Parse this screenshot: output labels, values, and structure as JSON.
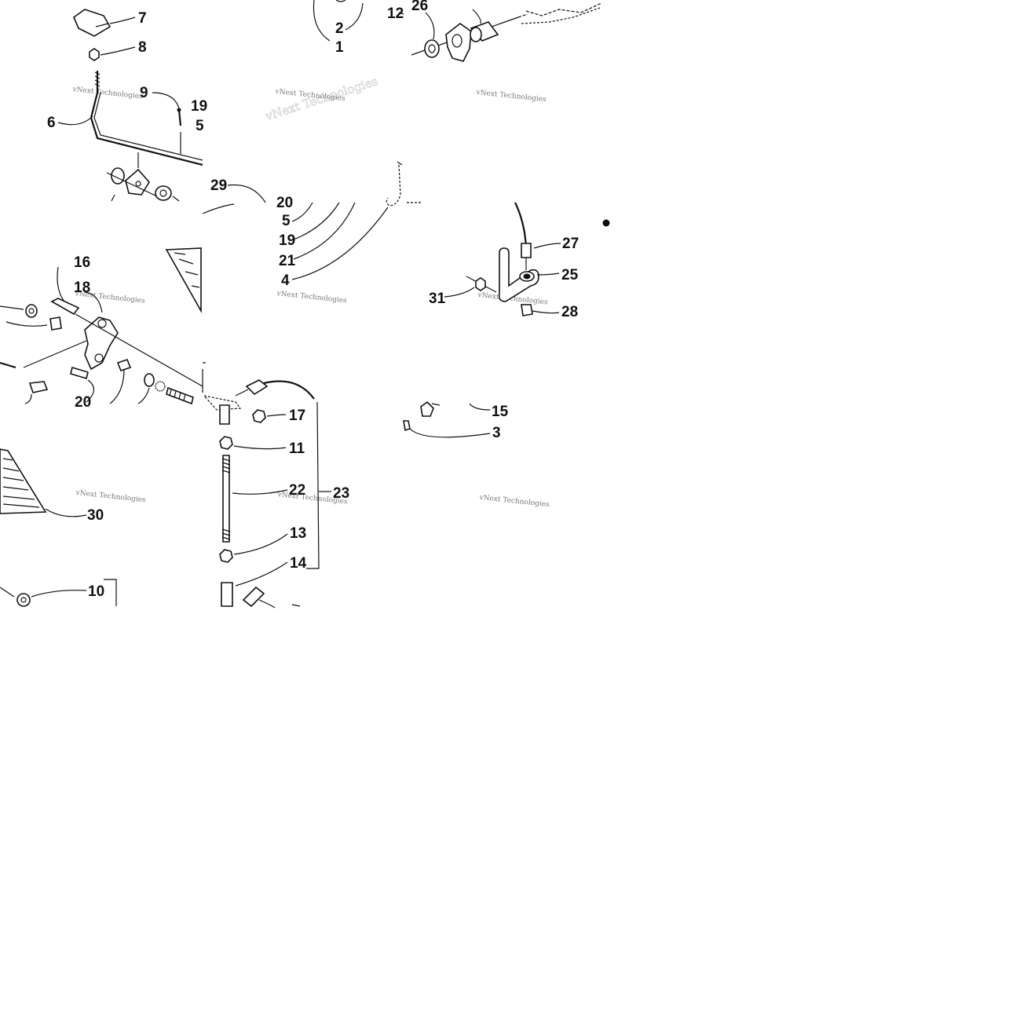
{
  "watermark": "vNext Technologies",
  "callouts": {
    "c7": "7",
    "c8": "8",
    "c9": "9",
    "c19a": "19",
    "c5a": "5",
    "c6": "6",
    "c2": "2",
    "c1": "1",
    "c12": "12",
    "c26": "26",
    "c29": "29",
    "c20a": "20",
    "c5b": "5",
    "c19b": "19",
    "c21": "21",
    "c4": "4",
    "c27": "27",
    "c25": "25",
    "c31": "31",
    "c28": "28",
    "c16": "16",
    "c18": "18",
    "c20b": "20",
    "c17": "17",
    "c11": "11",
    "c22": "22",
    "c23": "23",
    "c13": "13",
    "c14": "14",
    "c15": "15",
    "c3": "3",
    "c30": "30",
    "c10": "10"
  }
}
